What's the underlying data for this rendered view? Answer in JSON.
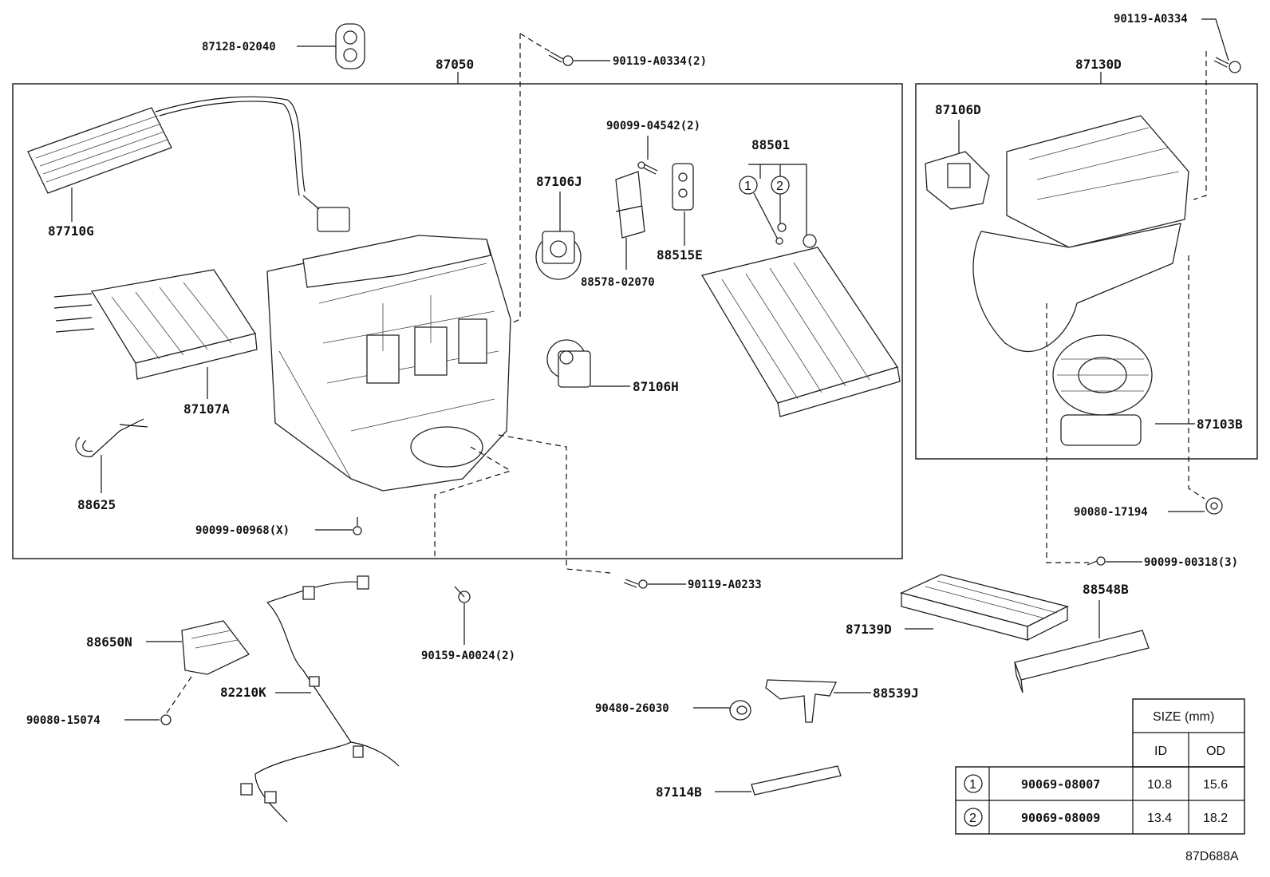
{
  "labels": {
    "p87128": "87128-02040",
    "p87050": "87050",
    "p90119a": "90119-A0334(2)",
    "p87710G": "87710G",
    "p87107A": "87107A",
    "p88625": "88625",
    "p90099_00968": "90099-00968(X)",
    "p90099_04542": "90099-04542(2)",
    "p87106J": "87106J",
    "p88578": "88578-02070",
    "p88501": "88501",
    "p88515E": "88515E",
    "p87106H": "87106H",
    "p90119_A0233": "90119-A0233",
    "p90159": "90159-A0024(2)",
    "p88650N": "88650N",
    "p90080_15074": "90080-15074",
    "p82210K": "82210K",
    "p90480": "90480-26030",
    "p88539J": "88539J",
    "p87114B": "87114B",
    "p90119_top": "90119-A0334",
    "p87130D": "87130D",
    "p87106D": "87106D",
    "p87103B": "87103B",
    "p90080_17194": "90080-17194",
    "p90099_00318": "90099-00318(3)",
    "p88548B": "88548B",
    "p87139D": "87139D",
    "circle1": "1",
    "circle2": "2",
    "figure_code": "87D688A"
  },
  "size_table": {
    "header": "SIZE (mm)",
    "col_id": "ID",
    "col_od": "OD",
    "rows": [
      {
        "mark": "1",
        "part": "90069-08007",
        "id": "10.8",
        "od": "15.6"
      },
      {
        "mark": "2",
        "part": "90069-08009",
        "id": "13.4",
        "od": "18.2"
      }
    ]
  }
}
